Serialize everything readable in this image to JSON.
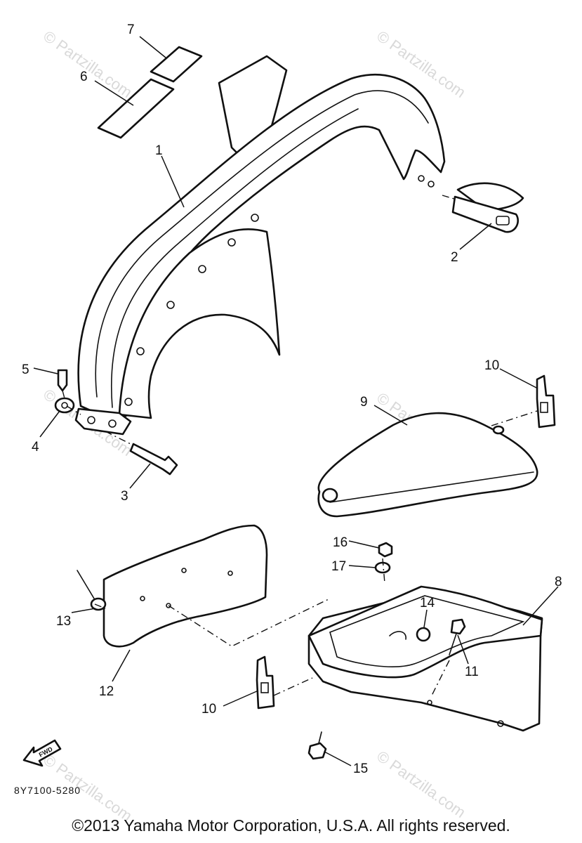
{
  "diagram": {
    "callouts": [
      {
        "id": "1",
        "label": "1"
      },
      {
        "id": "2",
        "label": "2"
      },
      {
        "id": "3",
        "label": "3"
      },
      {
        "id": "4",
        "label": "4"
      },
      {
        "id": "5",
        "label": "5"
      },
      {
        "id": "6",
        "label": "6"
      },
      {
        "id": "7",
        "label": "7"
      },
      {
        "id": "8",
        "label": "8"
      },
      {
        "id": "9",
        "label": "9"
      },
      {
        "id": "10a",
        "label": "10"
      },
      {
        "id": "10b",
        "label": "10"
      },
      {
        "id": "11",
        "label": "11"
      },
      {
        "id": "12",
        "label": "12"
      },
      {
        "id": "13",
        "label": "13"
      },
      {
        "id": "14",
        "label": "14"
      },
      {
        "id": "15",
        "label": "15"
      },
      {
        "id": "16",
        "label": "16"
      },
      {
        "id": "17",
        "label": "17"
      }
    ],
    "fwd_label": "FWD",
    "diagram_code": "8Y7100-5280",
    "copyright": "©2013 Yamaha Motor Corporation, U.S.A. All rights reserved.",
    "watermark": "© Partzilla.com"
  }
}
